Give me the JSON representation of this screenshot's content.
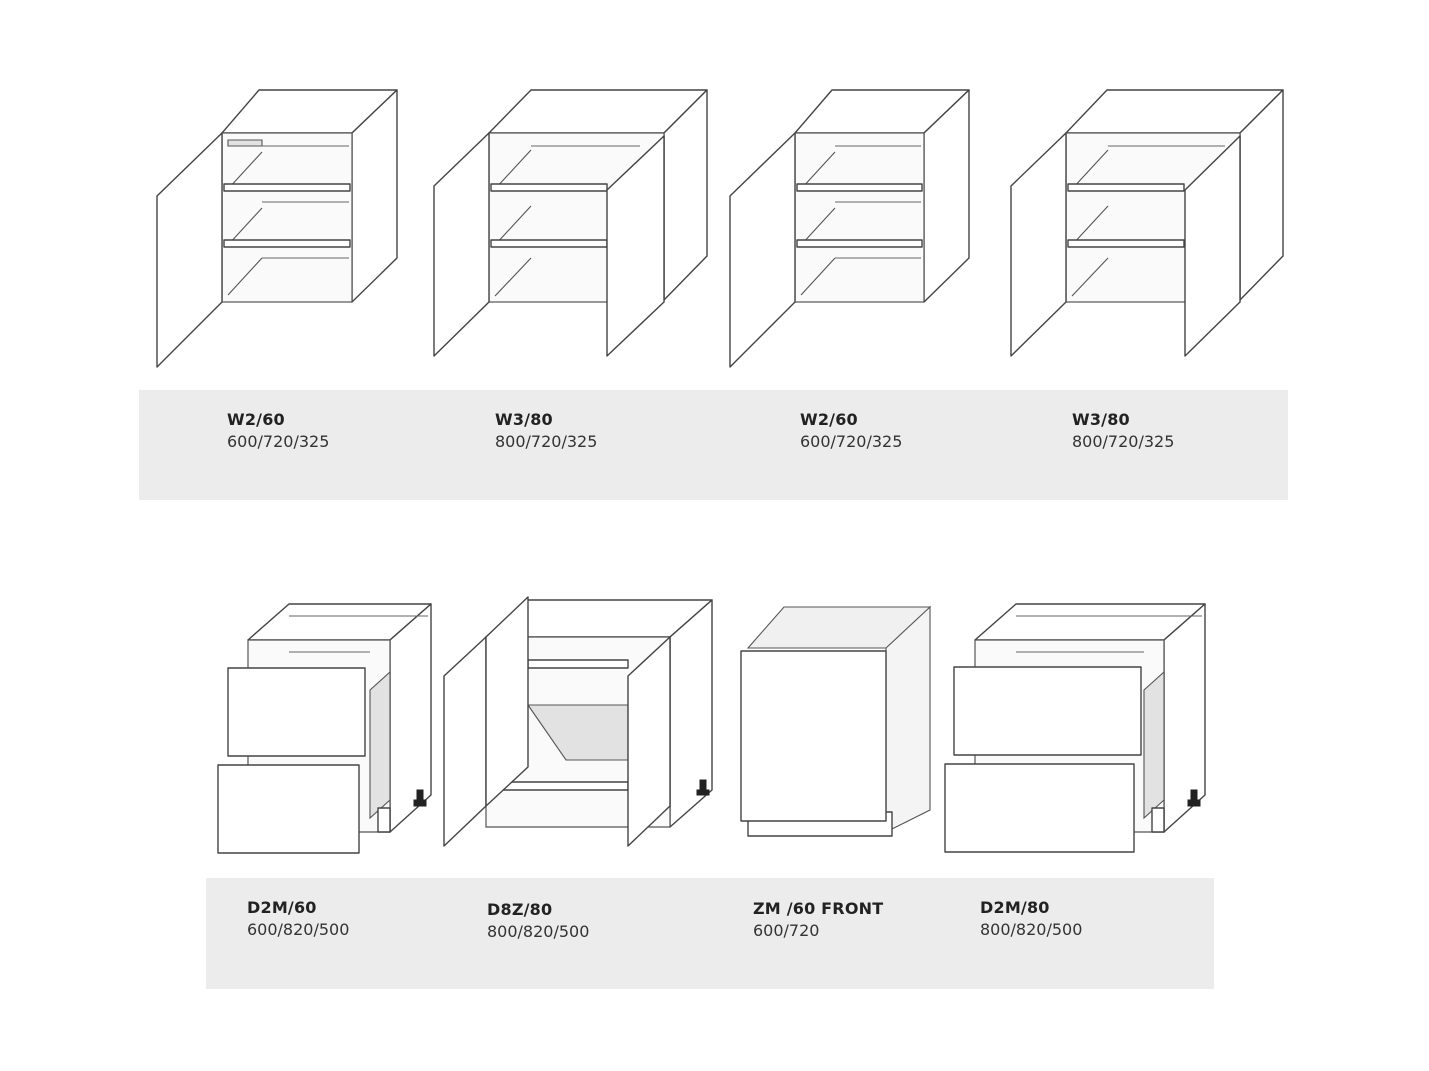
{
  "top_row": [
    {
      "code": "W2/60",
      "dims": "600/720/325"
    },
    {
      "code": "W3/80",
      "dims": "800/720/325"
    },
    {
      "code": "W2/60",
      "dims": "600/720/325"
    },
    {
      "code": "W3/80",
      "dims": "800/720/325"
    }
  ],
  "bottom_row": [
    {
      "code": "D2M/60",
      "dims": "600/820/500"
    },
    {
      "code": "D8Z/80",
      "dims": "800/820/500"
    },
    {
      "code": "ZM /60 FRONT",
      "dims": "600/720"
    },
    {
      "code": "D2M/80",
      "dims": "800/820/500"
    }
  ],
  "colors": {
    "band": "#ececec",
    "line": "#444444",
    "shade": "#e2e2e2"
  }
}
